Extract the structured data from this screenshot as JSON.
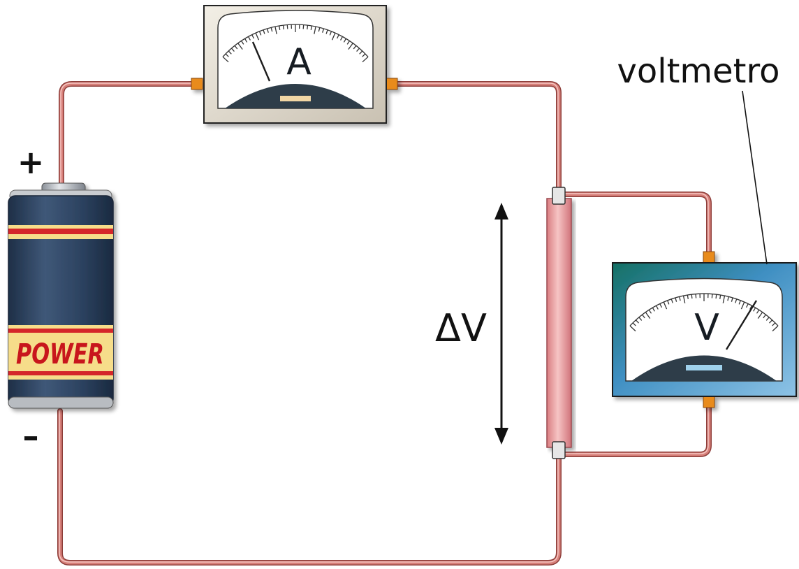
{
  "labels": {
    "plus": "+",
    "minus": "–",
    "battery": "POWER",
    "ammeter_letter": "A",
    "voltmeter_letter": "V",
    "voltmeter_name": "voltmetro",
    "delta_v": "ΔV"
  },
  "colors": {
    "wire": "#c96e68",
    "wire_highlight": "#f0b2ad",
    "battery_body": "#2f4460",
    "battery_band": "#f6dd8a",
    "battery_stripe": "#d4262a",
    "resistor": "#ea9ea0",
    "ammeter_case": "#e4ded2",
    "voltmeter_case": "#5aa3cf",
    "voltmeter_case_dark": "#1f6e7c",
    "dial_face": "#ffffff",
    "dial_base": "#2d3e4a",
    "terminal": "#e88b1a",
    "connector": "#dcdcdc"
  }
}
